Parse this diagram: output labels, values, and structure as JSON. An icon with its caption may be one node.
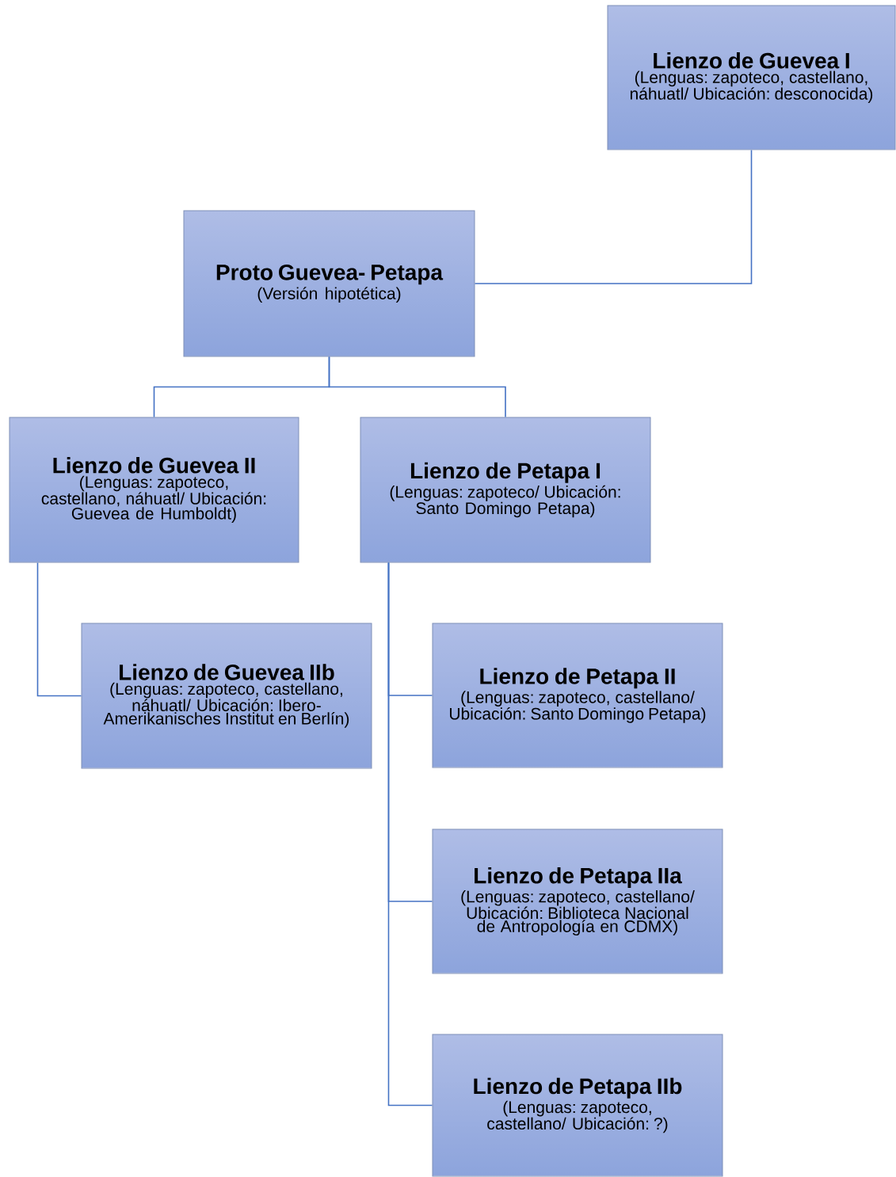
{
  "diagram": {
    "nodes": [
      {
        "text": [
          "Lienzo de Guevea I",
          "(Lenguas: zapoteco, castellano, náhuatl/ Ubicación: desconocida)"
        ]
      },
      {
        "text": [
          "Proto Guevea- Petapa",
          "(Versión hipotética)"
        ]
      },
      {
        "text": [
          "Lienzo de Guevea II",
          "(Lenguas: zapoteco, castellano, náhuatl/ Ubicación: Guevea de Humboldt)"
        ]
      },
      {
        "text": [
          "Lienzo de Petapa I",
          "(Lenguas: zapoteco/ Ubicación: Santo Domingo Petapa)"
        ]
      },
      {
        "text": [
          "Lienzo de Guevea IIb",
          "(Lenguas: zapoteco, castellano, náhuatl/ Ubicación: Ibero-Amerikanisches Institut en Berlín)"
        ]
      },
      {
        "text": [
          "Lienzo de Petapa II",
          "(Lenguas: zapoteco, castellano/ Ubicación: Santo Domingo Petapa)"
        ]
      },
      {
        "text": [
          "Lienzo de Petapa IIa",
          "(Lenguas: zapoteco, castellano/ Ubicación: Biblioteca Nacional de Antropología en CDMX)"
        ]
      },
      {
        "text": [
          "Lienzo de Petapa IIb",
          "(Lenguas: zapoteco, castellano/ Ubicación: ?)"
        ]
      }
    ],
    "edges": [
      {
        "from": 0,
        "to": 1,
        "arrow": "none"
      },
      {
        "from": 1,
        "to": 2,
        "arrow": "none"
      },
      {
        "from": 1,
        "to": 3,
        "arrow": "none"
      },
      {
        "from": 2,
        "to": 4,
        "arrow": "none"
      },
      {
        "from": 3,
        "to": 5,
        "arrow": "none"
      },
      {
        "from": 3,
        "to": 6,
        "arrow": "none"
      },
      {
        "from": 3,
        "to": 7,
        "arrow": "none"
      }
    ]
  }
}
